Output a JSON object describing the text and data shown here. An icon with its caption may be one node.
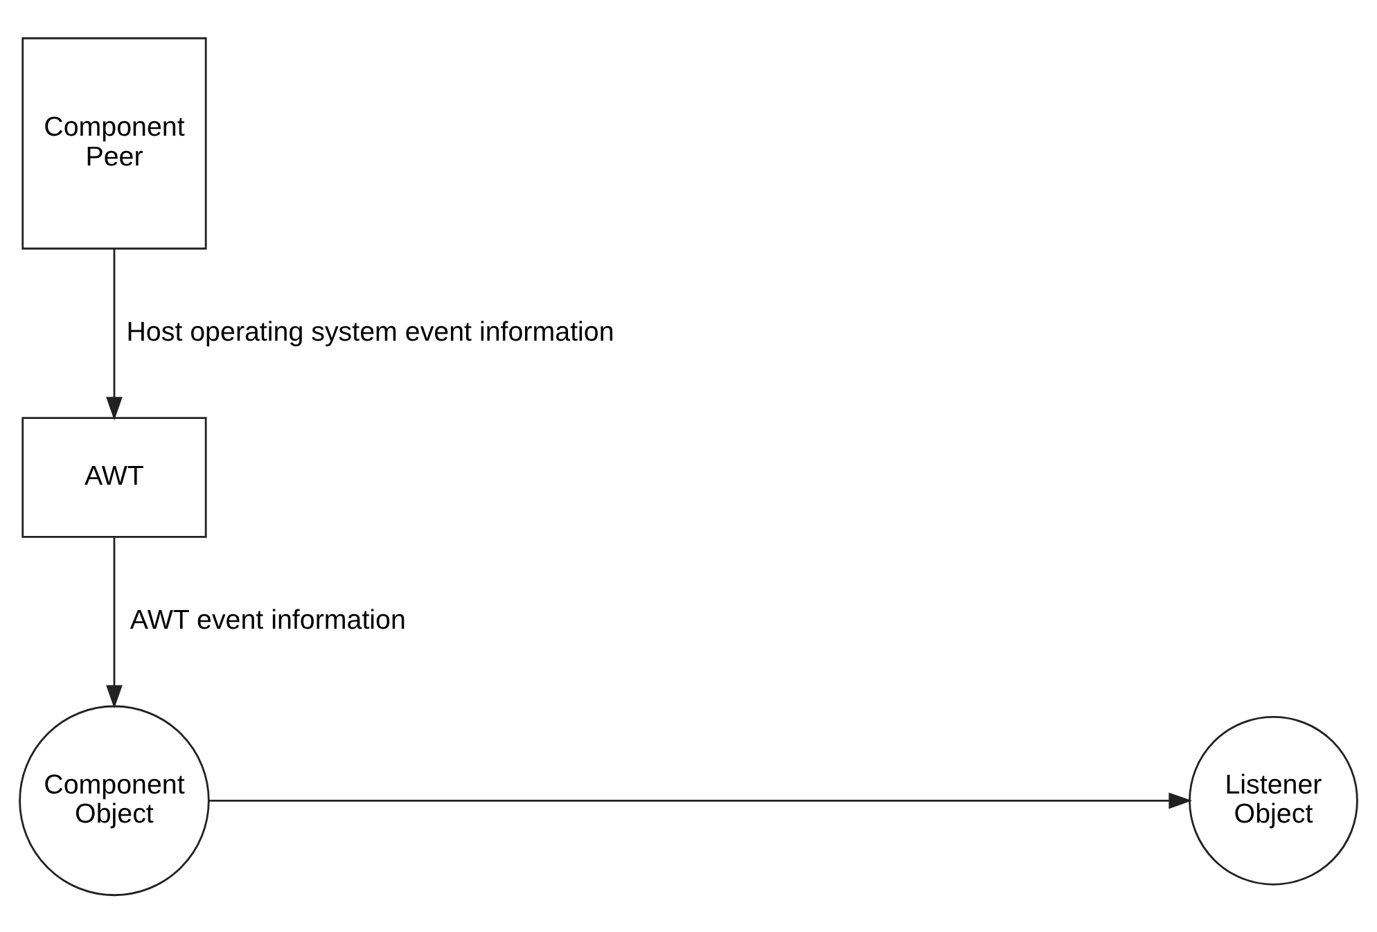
{
  "diagram": {
    "nodes": [
      {
        "text": [
          "Component Peer"
        ]
      },
      {
        "text": [
          "AWT"
        ]
      },
      {
        "text": [
          "Component Object"
        ]
      },
      {
        "text": [
          "Listener Object"
        ]
      }
    ],
    "edges": [
      {
        "from": 0,
        "to": 1,
        "arrow": "to",
        "label": "Host operating system event information"
      },
      {
        "from": 1,
        "to": 2,
        "arrow": "to",
        "label": "AWT event information"
      },
      {
        "from": 2,
        "to": 3,
        "arrow": "to"
      }
    ]
  }
}
